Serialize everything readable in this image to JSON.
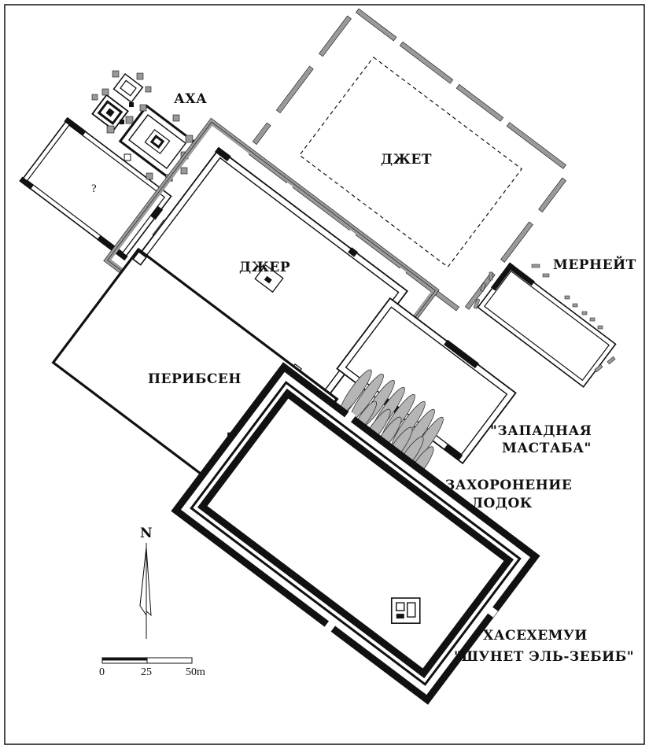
{
  "labels": {
    "aha": "АХА",
    "djet": "ДЖЕТ",
    "djer": "ДЖЕР",
    "merneit": "МЕРНЕЙТ",
    "peribsen": "ПЕРИБСЕН",
    "west_mastaba_line1": "\"ЗАПАДНАЯ",
    "west_mastaba_line2": "МАСТАБА\"",
    "boats_line1": "ЗАХОРОНЕНИЕ",
    "boats_line2": "ЛОДОК",
    "khasekhemwy_line1": "ХАСЕХЕМУИ",
    "khasekhemwy_line2": "\"ШУНЕТ ЭЛЬ-ЗЕБИБ\"",
    "unknown_enclosure": "?"
  },
  "north_arrow": {
    "label": "N"
  },
  "scale_bar": {
    "tick_0": "0",
    "tick_25": "25",
    "tick_50": "50m"
  },
  "colors": {
    "ink": "#111111",
    "wall_grey": "#9a9a9a",
    "boat_grey": "#b5b5b5",
    "paper": "#ffffff"
  }
}
